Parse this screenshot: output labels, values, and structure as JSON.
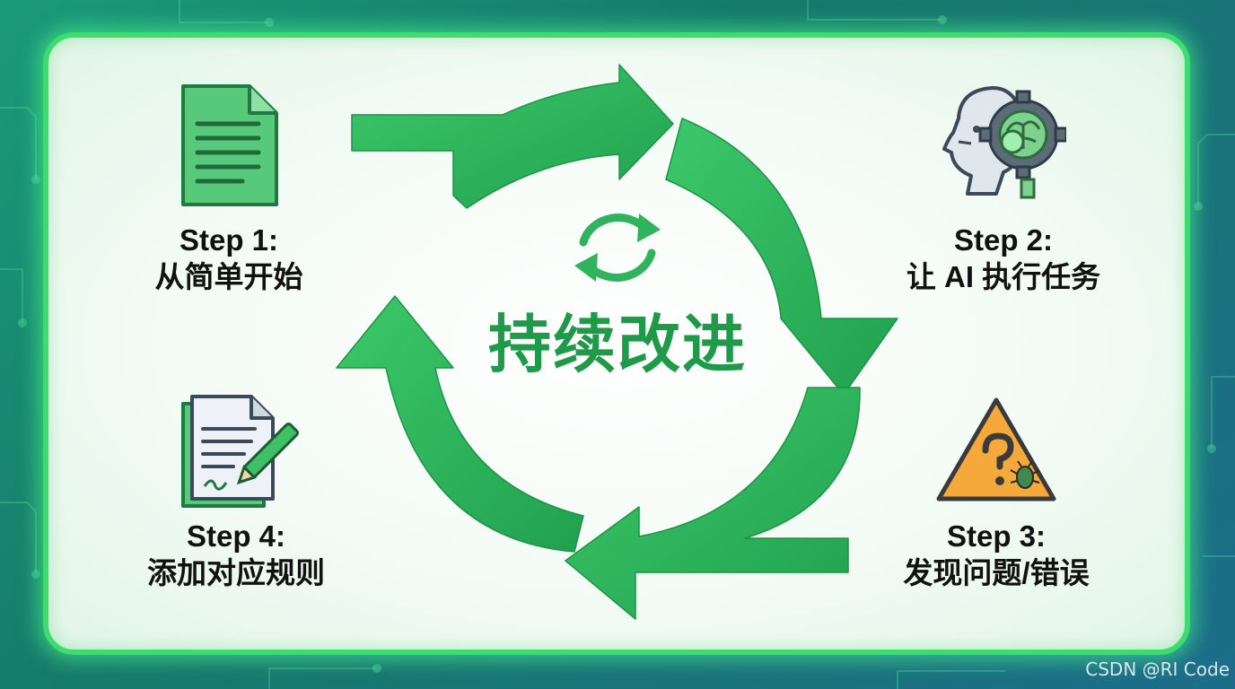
{
  "center": {
    "title": "持续改进",
    "icon": "refresh-cycle-icon"
  },
  "steps": [
    {
      "label": "Step 1:",
      "text": "从简单开始",
      "icon": "document-icon"
    },
    {
      "label": "Step 2:",
      "text": "让 AI 执行任务",
      "icon": "robot-brain-gear-icon"
    },
    {
      "label": "Step 3:",
      "text": "发现问题/错误",
      "icon": "warning-bug-icon"
    },
    {
      "label": "Step 4:",
      "text": "添加对应规则",
      "icon": "document-pen-icon"
    }
  ],
  "watermark": "CSDN @RI Code",
  "colors": {
    "accent_green": "#2fb35c",
    "title_green": "#1f9a49",
    "panel_border": "#3ddc6e",
    "warning_orange": "#f5a93a"
  }
}
